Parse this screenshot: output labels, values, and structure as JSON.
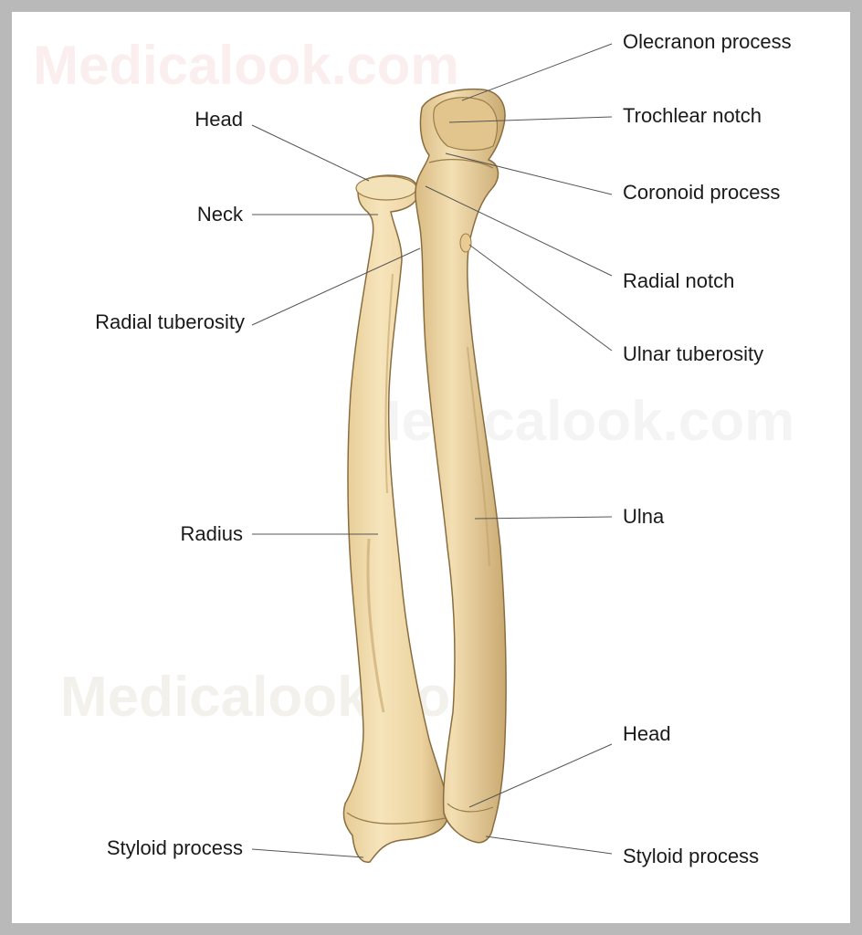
{
  "watermarks": [
    "Medicalook.com",
    "Medicalook.com",
    "Medicalook.com"
  ],
  "labels": {
    "olecranon_process": "Olecranon process",
    "trochlear_notch": "Trochlear notch",
    "coronoid_process": "Coronoid process",
    "radial_notch": "Radial notch",
    "ulnar_tuberosity": "Ulnar tuberosity",
    "ulna": "Ulna",
    "head_ulna": "Head",
    "styloid_process_ulna": "Styloid process",
    "head_radius": "Head",
    "neck": "Neck",
    "radial_tuberosity": "Radial tuberosity",
    "radius": "Radius",
    "styloid_process_radius": "Styloid process"
  },
  "colors": {
    "bone_fill": "#efd9a6",
    "bone_shade": "#cdb07a",
    "bone_outline": "#8a6d3f",
    "leader_line": "#555555"
  }
}
